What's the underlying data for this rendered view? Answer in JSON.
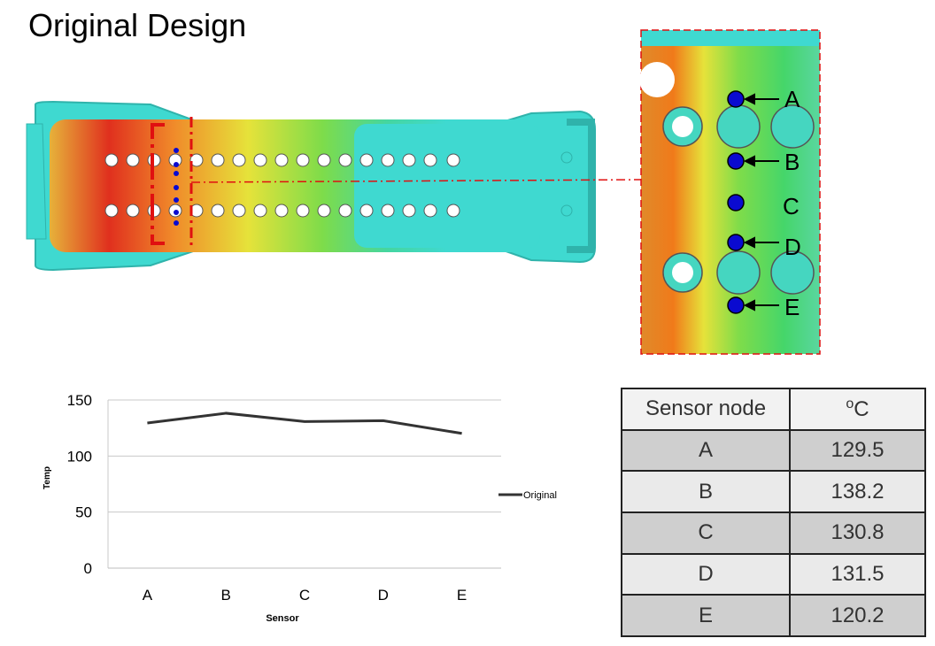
{
  "page": {
    "title": "Original Design"
  },
  "sensor_labels": [
    "A",
    "B",
    "C",
    "D",
    "E"
  ],
  "table": {
    "headers": {
      "node": "Sensor node",
      "deg": "o",
      "unit": "C"
    },
    "rows": [
      {
        "node": "A",
        "value": "129.5"
      },
      {
        "node": "B",
        "value": "138.2"
      },
      {
        "node": "C",
        "value": "130.8"
      },
      {
        "node": "D",
        "value": "131.5"
      },
      {
        "node": "E",
        "value": "120.2"
      }
    ]
  },
  "colors": {
    "series": "#333333",
    "part_cyan": "#3fd9d0",
    "hot_red": "#e0301e",
    "warm_orange": "#f08a2a",
    "warm_yellow": "#e6e23a",
    "cool_green": "#45d66a",
    "marker_blue": "#0a0ad0",
    "dash_red": "#e01010"
  },
  "chart_data": {
    "type": "line",
    "categories": [
      "A",
      "B",
      "C",
      "D",
      "E"
    ],
    "series": [
      {
        "name": "Original",
        "values": [
          129.5,
          138.2,
          130.8,
          131.5,
          120.2
        ]
      }
    ],
    "xlabel": "Sensor",
    "ylabel": "Temp",
    "ylim": [
      0,
      150
    ],
    "yticks": [
      0,
      50,
      100,
      150
    ],
    "grid": true,
    "legend": "right"
  }
}
